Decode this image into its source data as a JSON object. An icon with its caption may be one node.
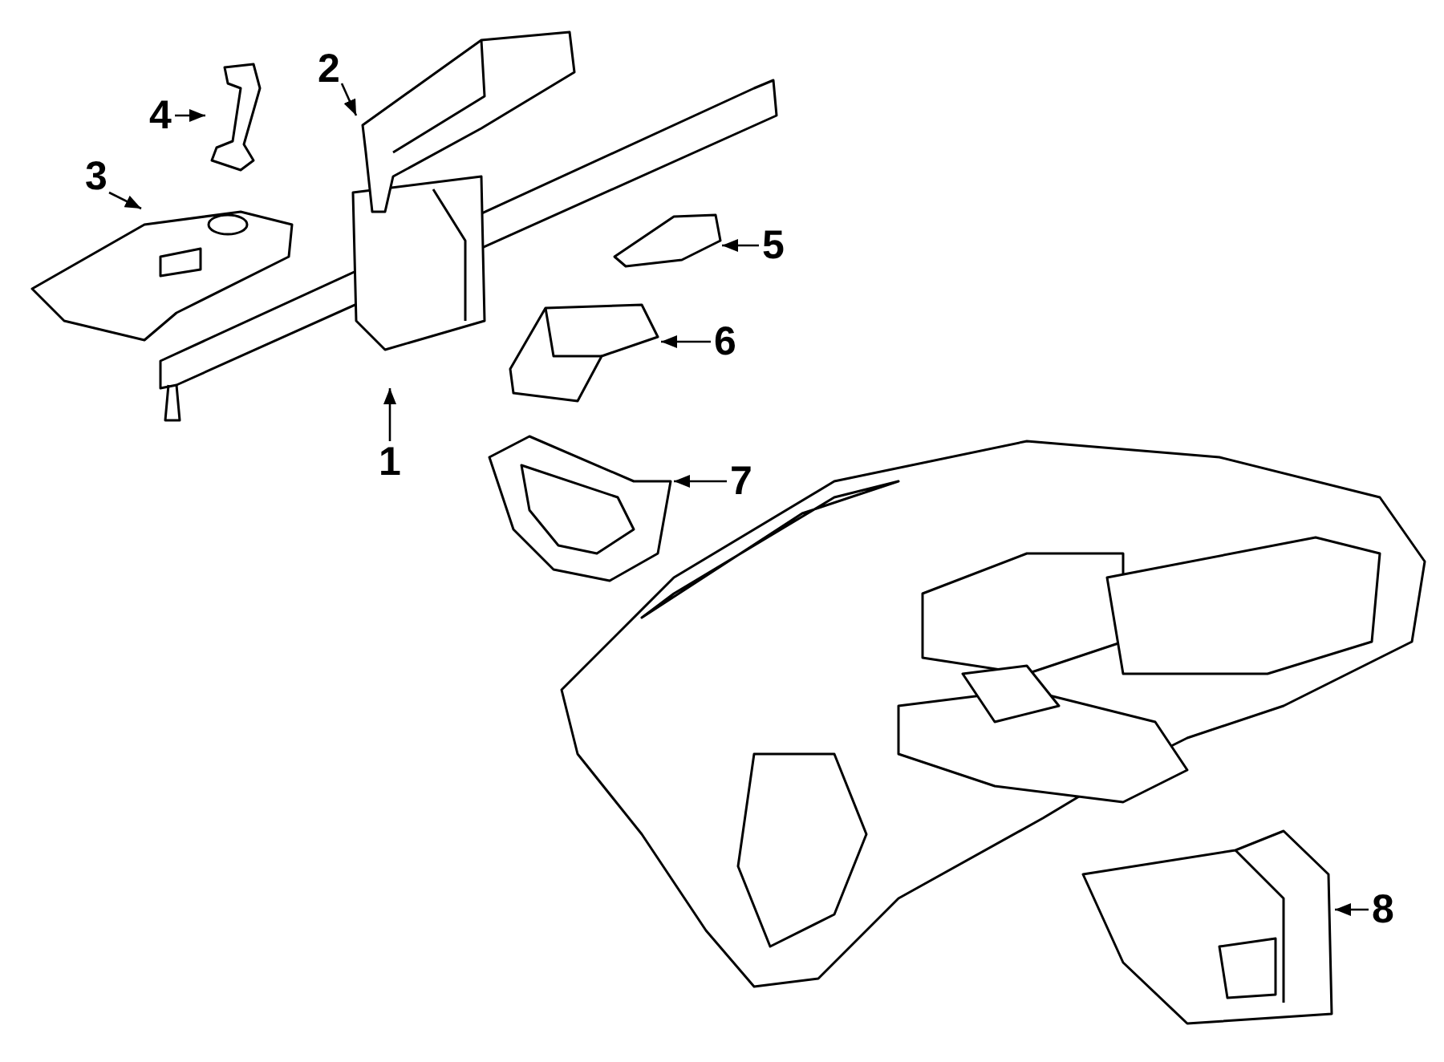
{
  "diagram": {
    "nodes": [
      {
        "text": [
          "1"
        ]
      },
      {
        "text": [
          "2"
        ]
      },
      {
        "text": [
          "3"
        ]
      },
      {
        "text": [
          "4"
        ]
      },
      {
        "text": [
          "5"
        ]
      },
      {
        "text": [
          "6"
        ]
      },
      {
        "text": [
          "7"
        ]
      },
      {
        "text": [
          "8"
        ]
      },
      {
        "text": [],
        "shape": "picture"
      },
      {
        "text": [],
        "shape": "picture"
      },
      {
        "text": [],
        "shape": "picture"
      },
      {
        "text": [],
        "shape": "picture"
      },
      {
        "text": [],
        "shape": "picture"
      },
      {
        "text": [],
        "shape": "picture"
      },
      {
        "text": [],
        "shape": "picture"
      },
      {
        "text": [],
        "shape": "picture"
      }
    ],
    "edges": [
      {
        "from": 0,
        "to": 8,
        "arrow": "to"
      },
      {
        "from": 1,
        "to": 9,
        "arrow": "to"
      },
      {
        "from": 2,
        "to": 10,
        "arrow": "to"
      },
      {
        "from": 3,
        "to": 11,
        "arrow": "to"
      },
      {
        "from": 4,
        "to": 12,
        "arrow": "to"
      },
      {
        "from": 5,
        "to": 13,
        "arrow": "to"
      },
      {
        "from": 6,
        "to": 14,
        "arrow": "to"
      },
      {
        "from": 7,
        "to": 15,
        "arrow": "to"
      }
    ]
  }
}
